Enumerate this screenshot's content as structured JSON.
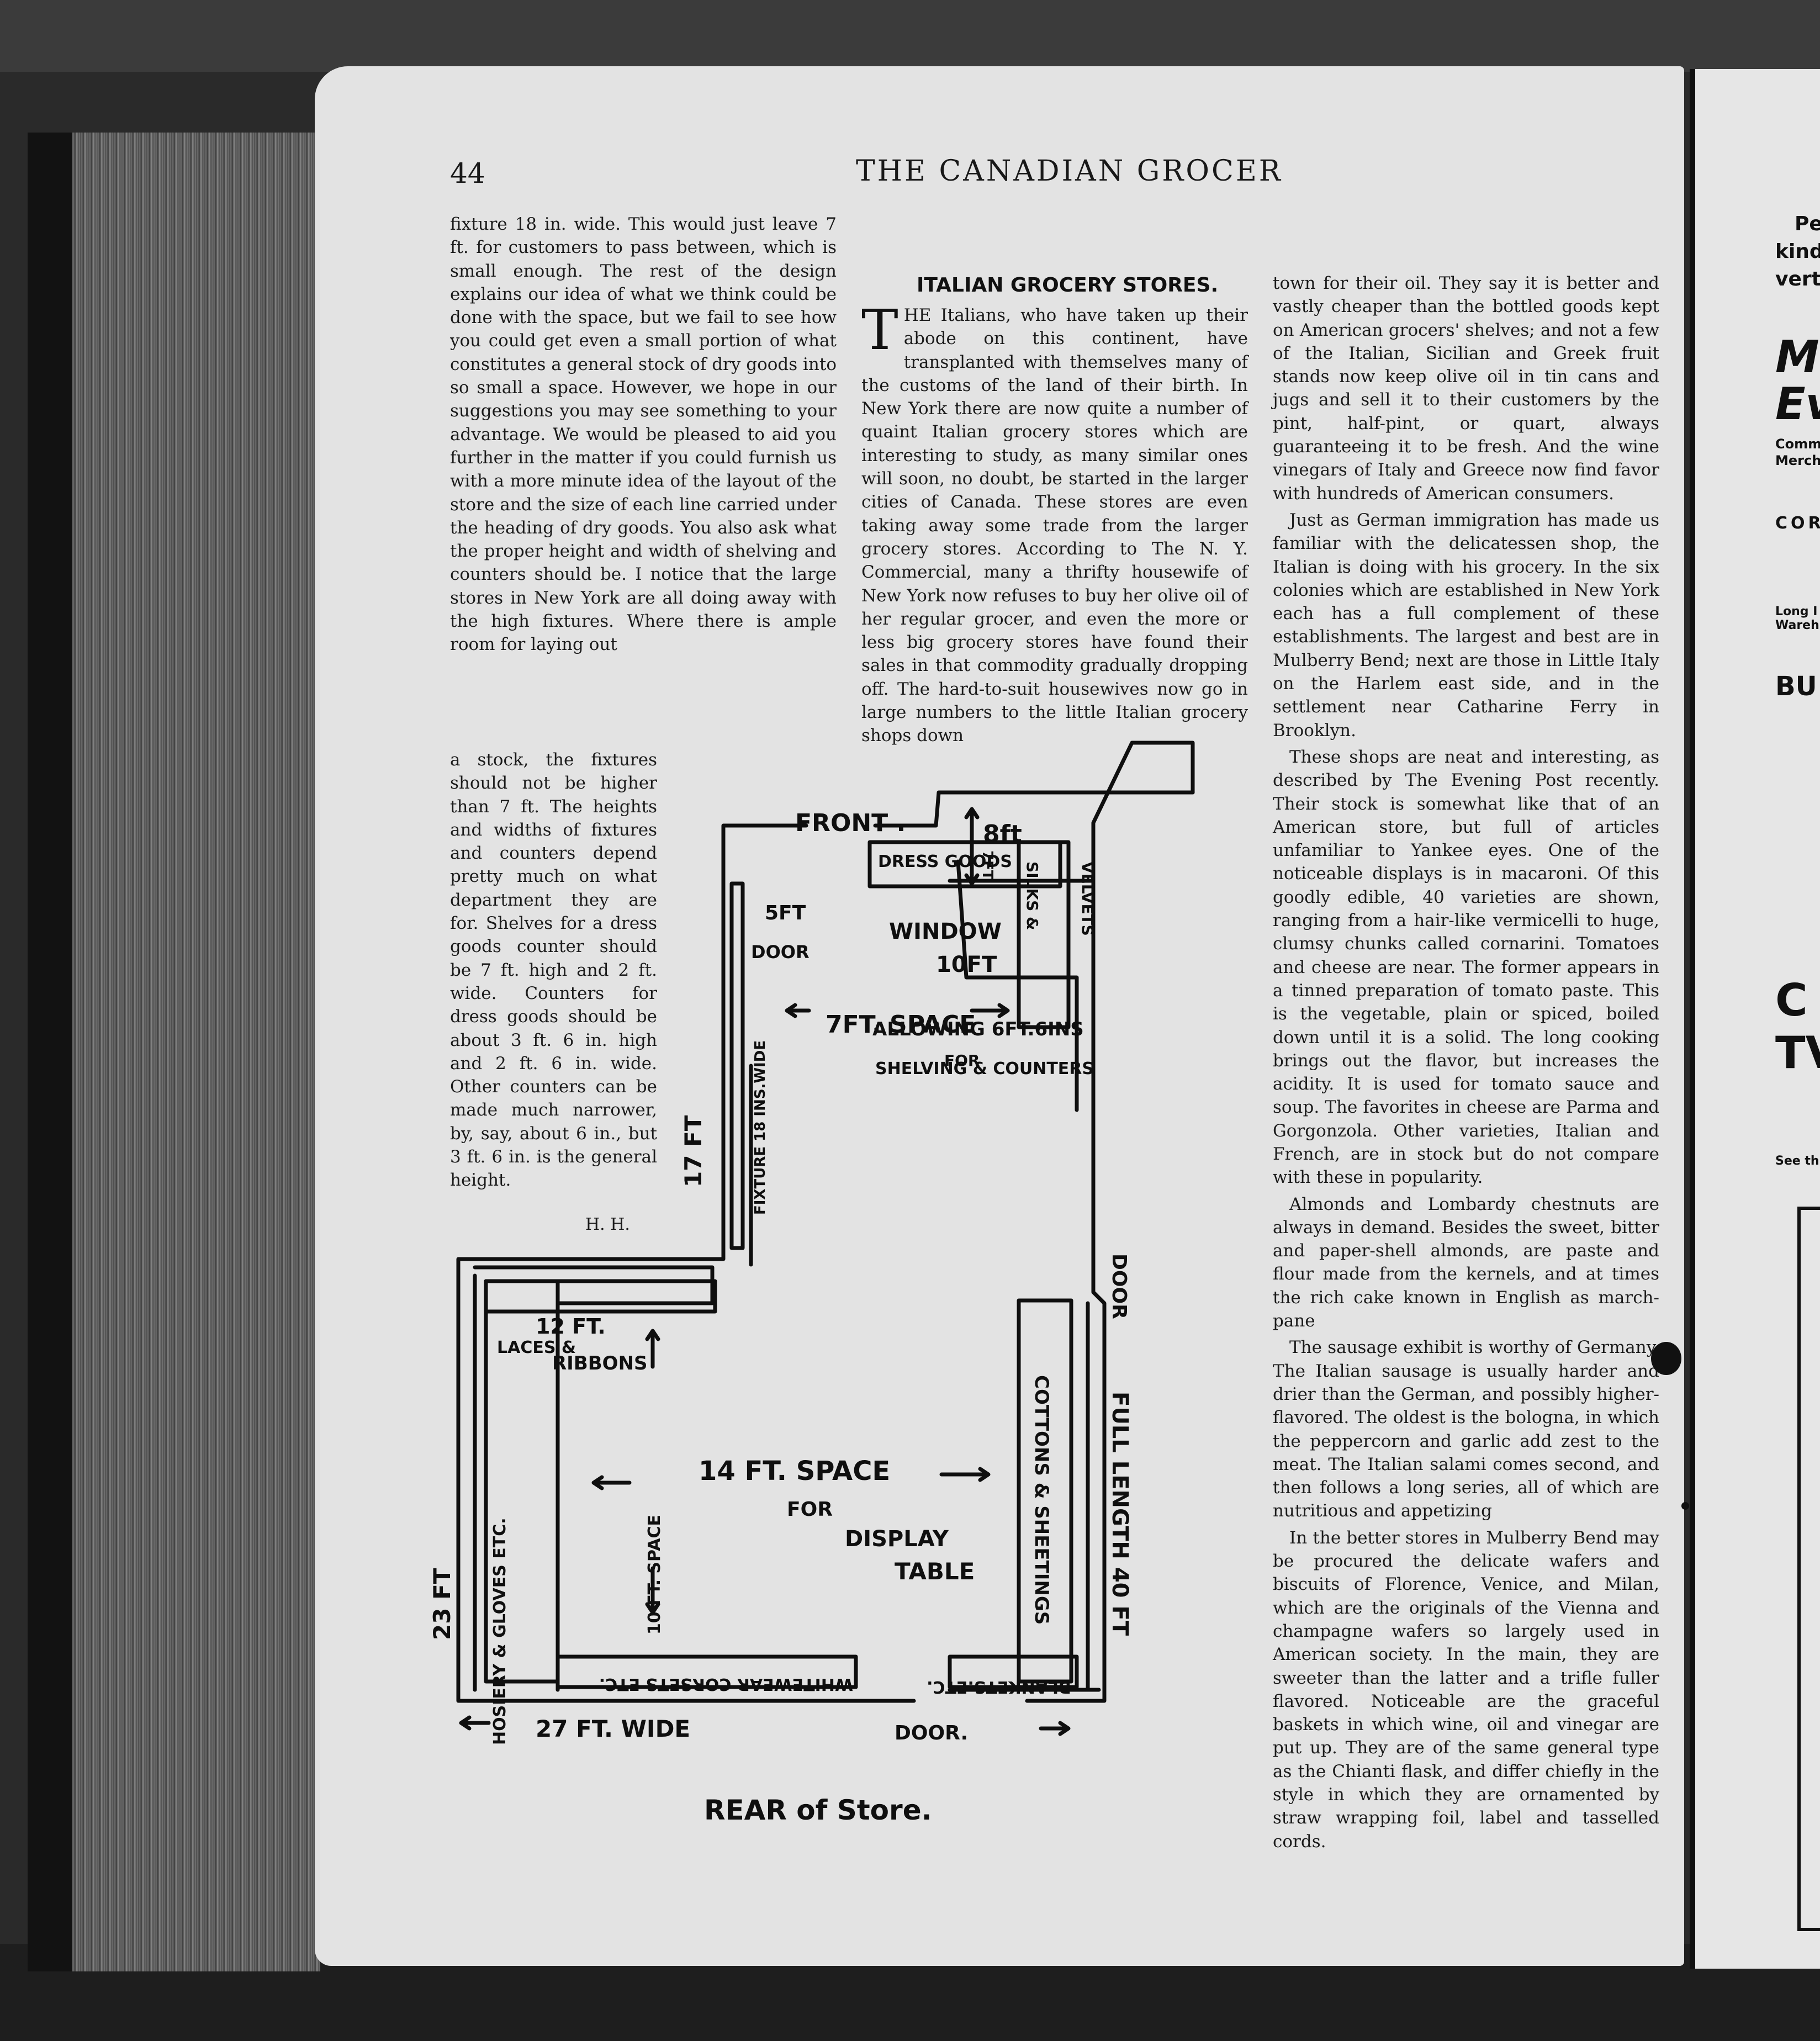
{
  "page": {
    "number": "44",
    "header": "THE CANADIAN GROCER"
  },
  "left_column": {
    "paragraph": "fixture 18 in. wide. This would just leave 7 ft. for customers to pass between, which is small enough. The rest of the design explains our idea of what we think could be done with the space, but we fail to see how you could get even a small portion of what constitutes a general stock of dry goods into so small a space. However, we hope in our suggestions you may see something to your advantage. We would be pleased to aid you further in the matter if you could furnish us with a more minute idea of the layout of the store and the size of each line carried under the heading of dry goods. You also ask what the proper height and width of shelving and counters should be. I notice that the large stores in New York are all doing away with the high fixtures. Where there is ample room for laying out",
    "paragraph_narrow": "a stock, the fixtures should not be higher than 7 ft. The heights and widths of fixtures and counters depend pretty much on what department they are for. Shelves for a dress goods counter should be 7 ft. high and 2 ft. wide. Counters for dress goods should be about 3 ft. 6 in. high and 2 ft. 6 in. wide. Other counters can be made much narrower, by, say, about 6 in., but 3 ft. 6 in. is the general height.",
    "signature": "H. H."
  },
  "article": {
    "title": "ITALIAN GROCERY STORES.",
    "drop_cap": "T",
    "intro": "HE Italians, who have taken up their abode on this continent, have transplanted with themselves many of the customs of the land of their birth. In New York there are now quite a number of quaint Italian grocery stores which are interesting to study, as many similar ones will soon, no doubt, be started in the larger cities of Canada. These stores are even taking away some trade from the larger grocery stores. According to The N. Y. Commercial, many a thrifty housewife of New York now refuses to buy her olive oil of her regular grocer, and even the more or less big grocery stores have found their sales in that commodity gradually dropping off. The hard-to-suit housewives now go in large numbers to the little Italian grocery shops down",
    "paragraphs": [
      "town for their oil. They say it is better and vastly cheaper than the bottled goods kept on American grocers' shelves; and not a few of the Italian, Sicilian and Greek fruit stands now keep olive oil in tin cans and jugs and sell it to their customers by the pint, half-pint, or quart, always guaranteeing it to be fresh. And the wine vinegars of Italy and Greece now find favor with hundreds of American consumers.",
      "Just as German immigration has made us familiar with the delicatessen shop, the Italian is doing with his grocery. In the six colonies which are established in New York each has a full complement of these establishments. The largest and best are in Mulberry Bend; next are those in Little Italy on the Harlem east side, and in the settlement near Catharine Ferry in Brooklyn.",
      "These shops are neat and interesting, as described by The Evening Post recently. Their stock is somewhat like that of an American store, but full of articles unfamiliar to Yankee eyes. One of the noticeable displays is in macaroni. Of this goodly edible, 40 varieties are shown, ranging from a hair-like vermicelli to huge, clumsy chunks called cornarini. Tomatoes and cheese are near. The former appears in a tinned preparation of tomato paste. This is the vegetable, plain or spiced, boiled down until it is a solid. The long cooking brings out the flavor, but increases the acidity. It is used for tomato sauce and soup. The favorites in cheese are Parma and Gorgonzola. Other varieties, Italian and French, are in stock but do not compare with these in popularity.",
      "Almonds and Lombardy chestnuts are always in demand. Besides the sweet, bitter and paper-shell almonds, are paste and flour made from the kernels, and at times the rich cake known in English as march-pane",
      "The sausage exhibit is worthy of Germany. The Italian sausage is usually harder and drier than the German, and possibly higher-flavored. The oldest is the bologna, in which the peppercorn and garlic add zest to the meat. The Italian salami comes second, and then follows a long series, all of which are nutritious and appetizing",
      "In the better stores in Mulberry Bend may be procured the delicate wafers and biscuits of Florence, Venice, and Milan, which are the originals of the Vienna and champagne wafers so largely used in American society. In the main, they are sweeter than the latter and a trifle fuller flavored. Noticeable are the graceful baskets in which wine, oil and vinegar are put up. They are of the same general type as the Chianti flask, and differ chiefly in the style in which they are ornamented by straw wrapping foil, label and tasselled cords."
    ]
  },
  "floor_plan": {
    "front": "FRONT .",
    "front_width": "8ft",
    "door_width": "5FT",
    "door_front": "DOOR",
    "window": "WINDOW",
    "window_width": "10FT",
    "dress_goods": "DRESS GOODS",
    "seven_ft": "7FT.",
    "allowing": "ALLOWING 6FT.6INS",
    "allowing_for": "FOR",
    "allowing_shelving": "SHELVING & COUNTERS",
    "silks": "SILKS &",
    "velvets": "VELVETS",
    "left_17": "17 FT",
    "fixture": "FIXTURE 18 INS.WIDE",
    "space_7": "7FT. SPACE",
    "twelve_ft": "12 FT.",
    "laces": "LACES &",
    "ribbons": "RIBBONS",
    "door_side": "DOOR",
    "cottons": "COTTONS & SHEETINGS",
    "full_length": "FULL LENGTH 40 FT",
    "left_23": "23 FT",
    "hosiery": "HOSIERY & GLOVES ETC.",
    "space_10": "10 FT. SPACE",
    "space_14": "14 FT. SPACE",
    "display_for": "FOR",
    "display": "DISPLAY",
    "table": "TABLE",
    "whitewear": "WHITEWEAR CORSETS ETC.",
    "blankets": "BLANKETS.ETC.",
    "width_27": "27 FT. WIDE",
    "door_rear": "DOOR.",
    "rear": "REAR of Store."
  },
  "right_page_fragments": {
    "l1": "Per",
    "l2": "kindl",
    "l3": "verti",
    "l4": "Ma",
    "l5": "Ev",
    "l6": "Comm",
    "l7": "Merch",
    "l8": "COR",
    "l9": "Long I",
    "l10": "Wareh",
    "l11": "BU",
    "l12": "C",
    "l13": "TV",
    "l14": "See th"
  }
}
